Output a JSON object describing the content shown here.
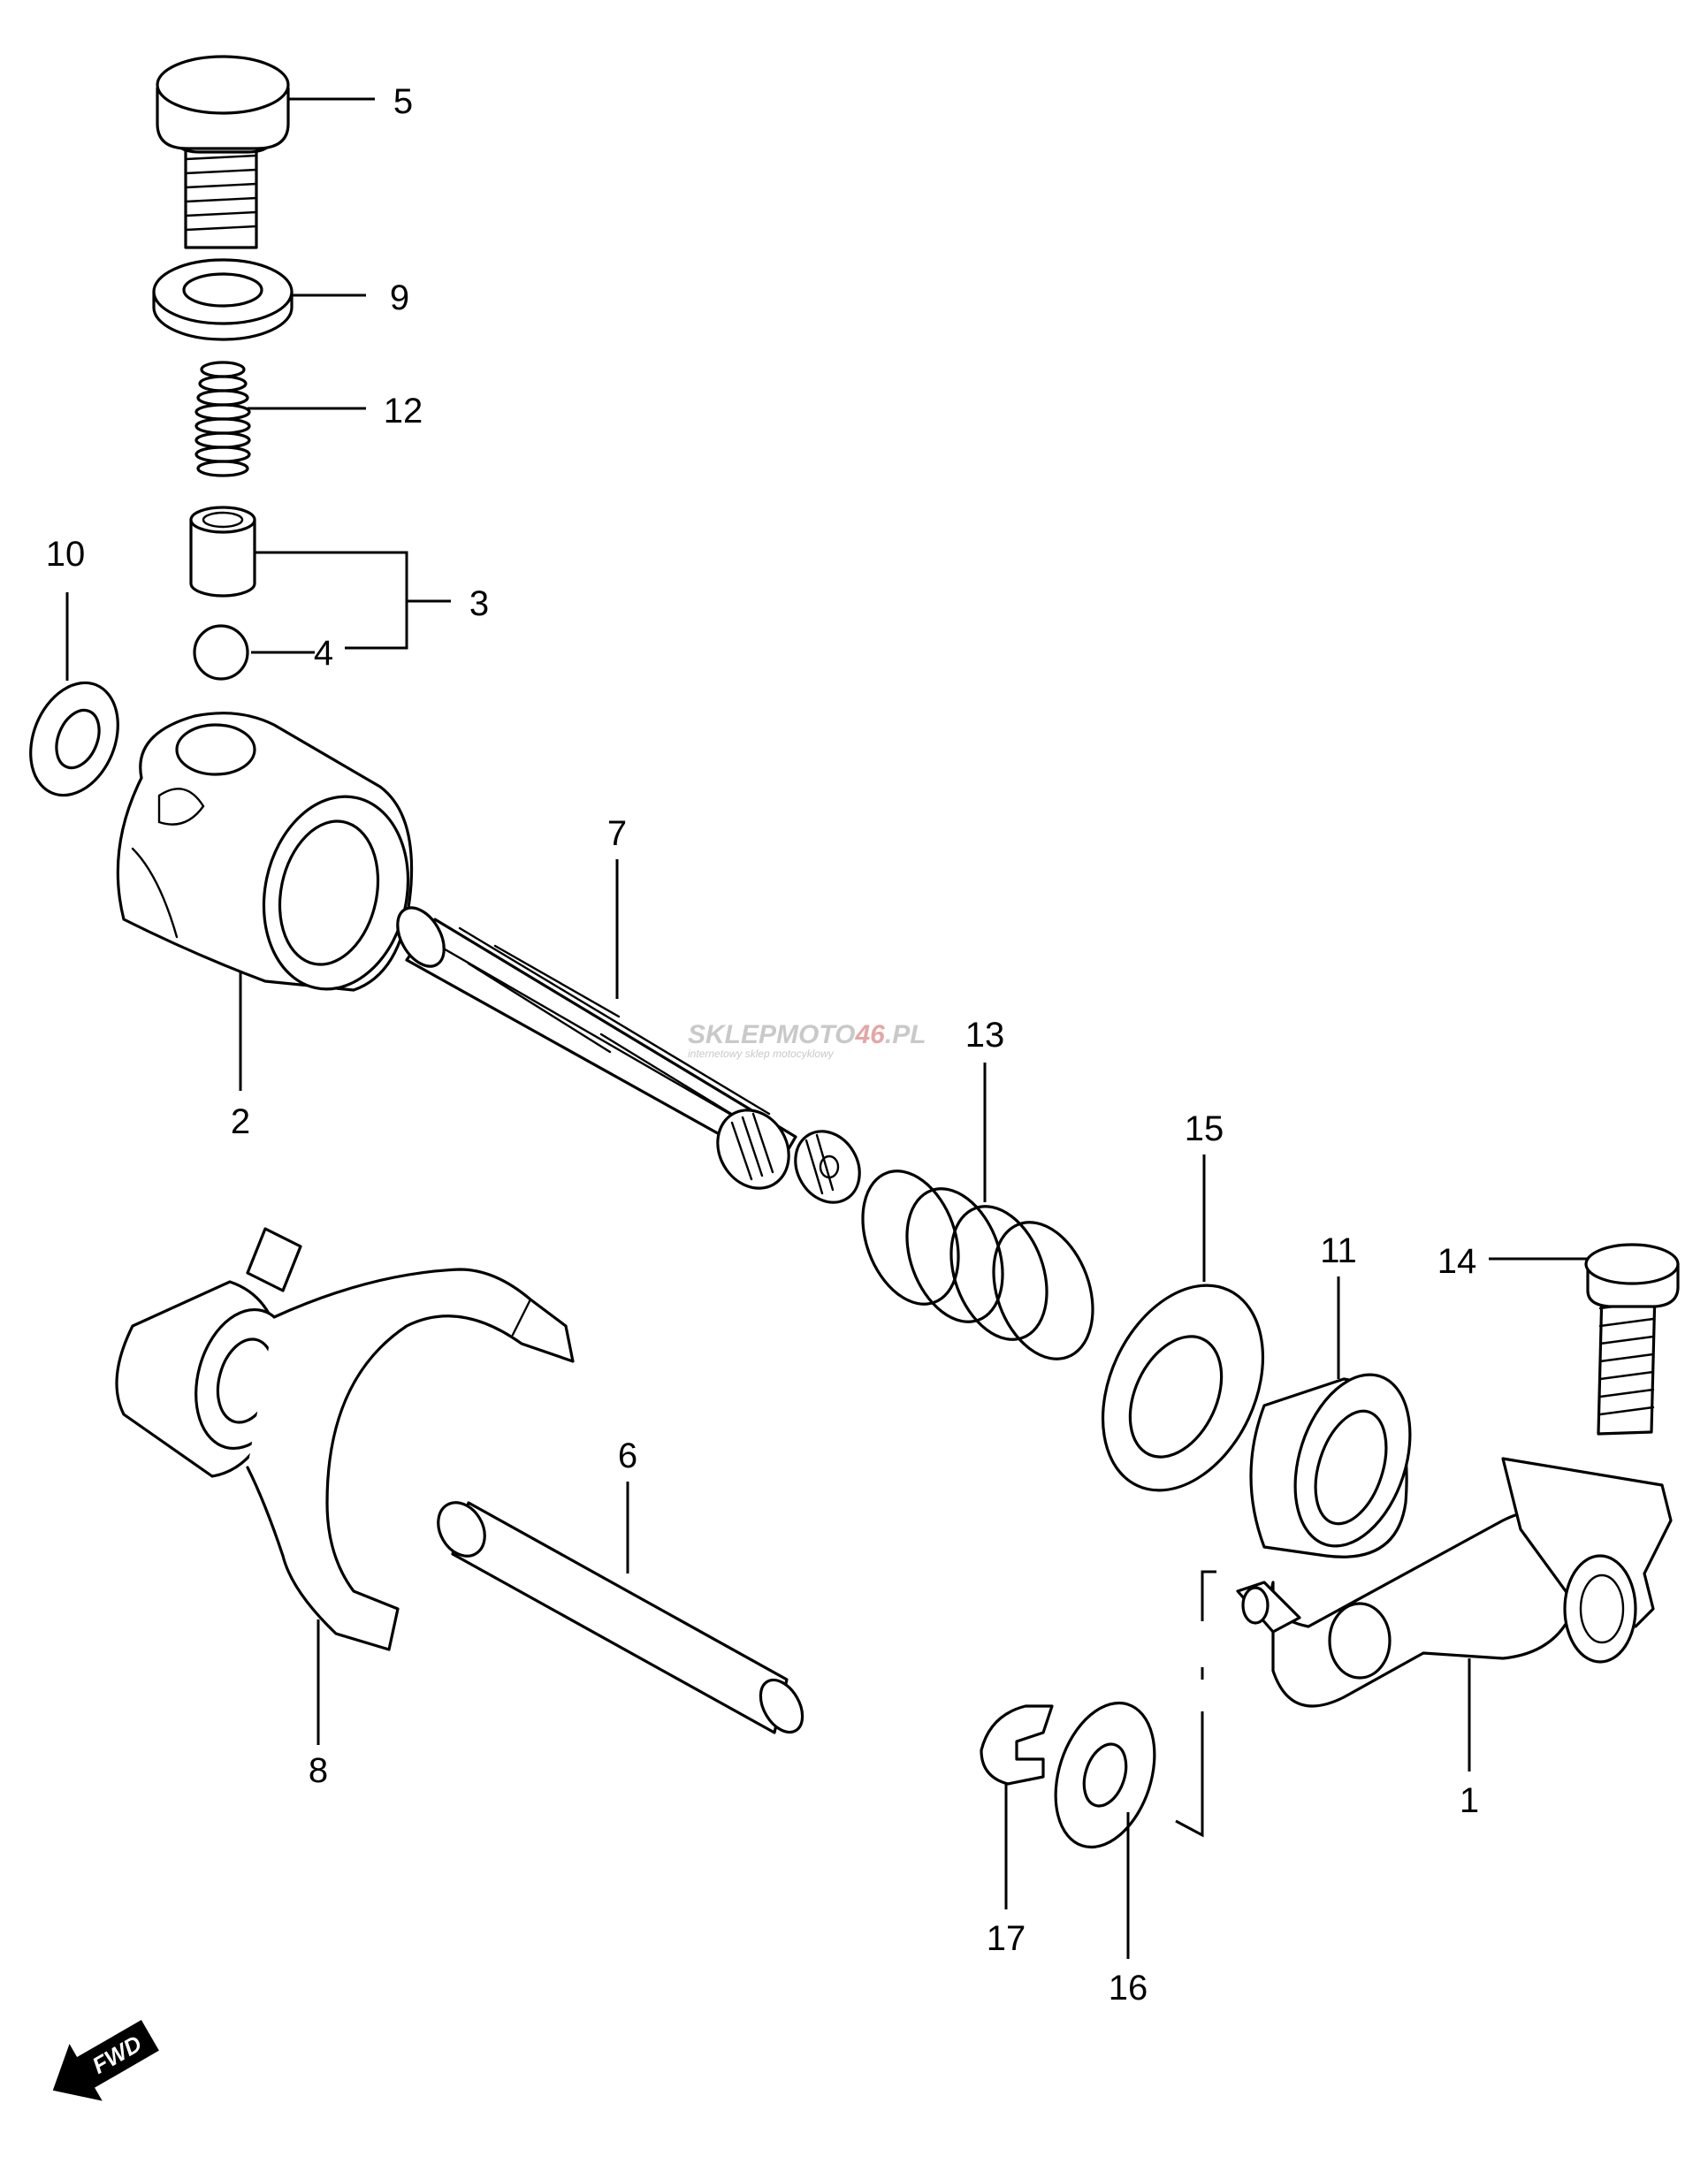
{
  "diagram": {
    "callouts": [
      {
        "id": "callout-1",
        "label": "1"
      },
      {
        "id": "callout-2",
        "label": "2"
      },
      {
        "id": "callout-3",
        "label": "3"
      },
      {
        "id": "callout-4",
        "label": "4"
      },
      {
        "id": "callout-5",
        "label": "5"
      },
      {
        "id": "callout-6",
        "label": "6"
      },
      {
        "id": "callout-7",
        "label": "7"
      },
      {
        "id": "callout-8",
        "label": "8"
      },
      {
        "id": "callout-9",
        "label": "9"
      },
      {
        "id": "callout-10",
        "label": "10"
      },
      {
        "id": "callout-11",
        "label": "11"
      },
      {
        "id": "callout-12",
        "label": "12"
      },
      {
        "id": "callout-13",
        "label": "13"
      },
      {
        "id": "callout-14",
        "label": "14"
      },
      {
        "id": "callout-15",
        "label": "15"
      },
      {
        "id": "callout-16",
        "label": "16"
      },
      {
        "id": "callout-17",
        "label": "17"
      }
    ],
    "watermark": {
      "brand_a": "SKLEP",
      "brand_b": "MOTO",
      "brand_c": "46",
      "brand_d": ".PL",
      "tagline": "internetowy sklep motocyklowy"
    },
    "direction_badge": "FWD"
  }
}
